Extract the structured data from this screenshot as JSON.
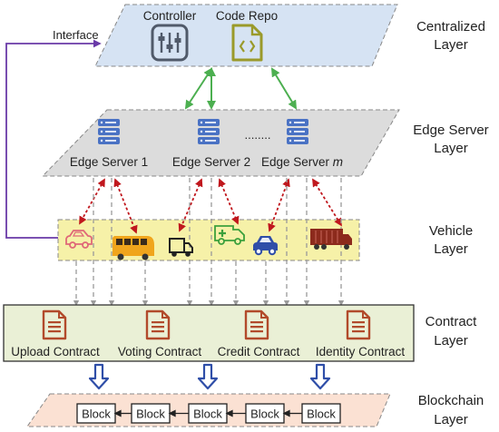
{
  "colors": {
    "centralized_fill": "#d6e3f3",
    "edge_fill": "#dcdcdc",
    "vehicle_fill": "#f6f1a8",
    "contract_fill": "#eaf0d6",
    "blockchain_fill": "#fbe1d3",
    "green_arrow": "#4caf50",
    "red_arrow": "#c0171d",
    "blue_arrow": "#2f4ea8",
    "purple_line": "#6a3aa8",
    "server_blue": "#4a72c4",
    "doc_brown": "#b24a2b",
    "dash_gray": "#9a9a9a"
  },
  "centralized": {
    "controller_label": "Controller",
    "code_repo_label": "Code Repo",
    "controller_icon": "sliders-icon",
    "code_repo_icon": "code-file-icon"
  },
  "interface_label": "Interface",
  "edge": {
    "server1_label": "Edge Server 1",
    "server2_label": "Edge Server 2",
    "serverm_label_prefix": "Edge Server ",
    "serverm_label_suffix": "m",
    "dots": "........"
  },
  "vehicles": [
    "car-icon",
    "bus-icon",
    "truck-icon",
    "ambulance-icon",
    "car-icon",
    "cargo-truck-icon"
  ],
  "contracts": {
    "upload": "Upload Contract",
    "voting": "Voting Contract",
    "credit": "Credit Contract",
    "identity": "Identity Contract"
  },
  "blockchain": {
    "blocks": [
      "Block",
      "Block",
      "Block",
      "Block",
      "Block"
    ]
  },
  "layers": {
    "centralized": [
      "Centralized",
      "Layer"
    ],
    "edge": [
      "Edge Server",
      "Layer"
    ],
    "vehicle": [
      "Vehicle",
      "Layer"
    ],
    "contract": [
      "Contract",
      "Layer"
    ],
    "blockchain": [
      "Blockchain",
      "Layer"
    ]
  }
}
